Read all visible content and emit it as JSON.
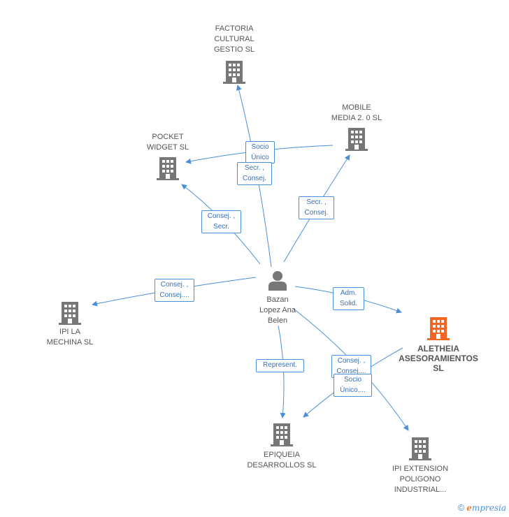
{
  "nodes": {
    "factoria": {
      "name": "FACTORIA\nCULTURAL\nGESTIO SL"
    },
    "mobile": {
      "name": "MOBILE\nMEDIA 2. 0 SL"
    },
    "pocket": {
      "name": "POCKET\nWIDGET SL"
    },
    "person": {
      "name": "Bazan\nLopez Ana\nBelen"
    },
    "ipi_mechina": {
      "name": "IPI LA\nMECHINA SL"
    },
    "aletheia": {
      "name": "ALETHEIA\nASESORAMIENTOS\nSL"
    },
    "epiqueia": {
      "name": "EPIQUEIA\nDESARROLLOS SL"
    },
    "ipi_extension": {
      "name": "IPI EXTENSION\nPOLIGONO\nINDUSTRIAL..."
    }
  },
  "edge_labels": {
    "socio_unico_mobile": "Socio\nÚnico",
    "secr_consej_factoria": "Secr. ,\nConsej.",
    "secr_consej_mobile": "Secr. ,\nConsej.",
    "consej_secr_pocket": "Consej. ,\nSecr.",
    "consej_consej_mechina": "Consej. ,\nConsej....",
    "adm_solid_aletheia": "Adm.\nSolid.",
    "represent_epiqueia": "Represent.",
    "consej_consej_extension": "Consej. ,\nConsej....",
    "socio_unico_epiqueia": "Socio\nÚnico,..."
  },
  "colors": {
    "edge": "#4a90d9",
    "building": "#777777",
    "building_highlight": "#f26522",
    "person": "#777777"
  },
  "footer": {
    "copyright": "©",
    "brand_first": "e",
    "brand_rest": "mpresia"
  }
}
